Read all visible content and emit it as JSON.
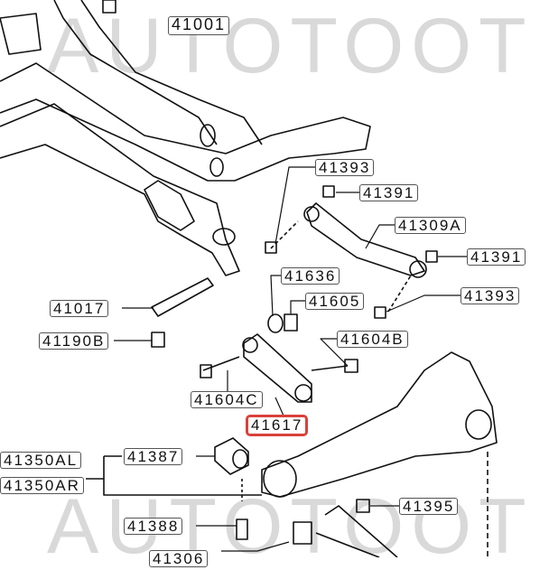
{
  "watermark": {
    "top": "AUTOTOOT",
    "bottom": "AUTOTOOT"
  },
  "highlight_color": "#d9413a",
  "labels": {
    "l41001": "41001",
    "l41393a": "41393",
    "l41391a": "41391",
    "l41309A": "41309A",
    "l41391b": "41391",
    "l41393b": "41393",
    "l41636": "41636",
    "l41605": "41605",
    "l41017": "41017",
    "l41190B": "41190B",
    "l41604B": "41604B",
    "l41604C": "41604C",
    "l41617": "41617",
    "l41387": "41387",
    "l41350AL": "41350AL",
    "l41350AR": "41350AR",
    "l41395": "41395",
    "l41388": "41388",
    "l41306": "41306"
  }
}
